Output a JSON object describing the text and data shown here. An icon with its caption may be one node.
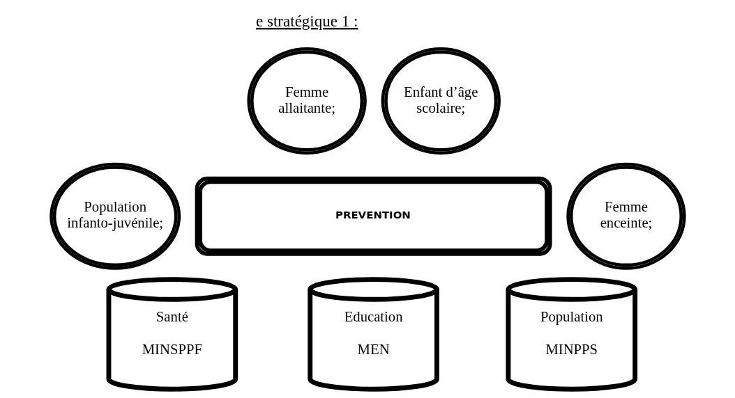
{
  "diagram": {
    "nodes": [
      {
        "text": [
          "Population infanto-juvénile;"
        ]
      },
      {
        "text": [
          "Femme allaitante;"
        ]
      },
      {
        "text": [
          "Enfant d’âge scolaire;"
        ]
      },
      {
        "text": [
          "PREVENTION"
        ]
      },
      {
        "text": [
          "Femme enceinte;"
        ]
      },
      {
        "text": [
          "Santé",
          "MINSPPF"
        ]
      },
      {
        "text": [
          "Education",
          "MEN"
        ]
      },
      {
        "text": [
          "Population",
          "MINPPS"
        ]
      }
    ],
    "labels": [
      "e stratégique 1 :"
    ]
  }
}
